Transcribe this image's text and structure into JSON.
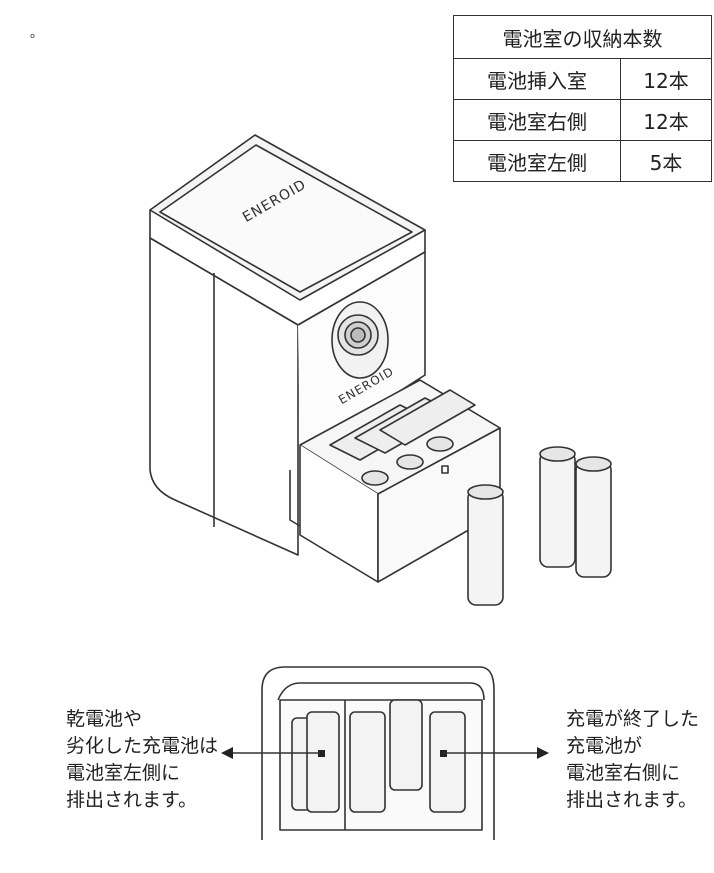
{
  "stray_mark": "。",
  "table": {
    "header": "電池室の収納本数",
    "rows": [
      {
        "label": "電池挿入室",
        "value": "12本"
      },
      {
        "label": "電池室右側",
        "value": "12本"
      },
      {
        "label": "電池室左側",
        "value": "5本"
      }
    ]
  },
  "device": {
    "brand_lid": "ENEROID",
    "brand_front": "ENEROID"
  },
  "left_callout": [
    "乾電池や",
    "劣化した充電池は",
    "電池室左側に",
    "排出されます。"
  ],
  "right_callout": [
    "充電が終了した",
    "充電池が",
    "電池室右側に",
    "排出されます。"
  ]
}
